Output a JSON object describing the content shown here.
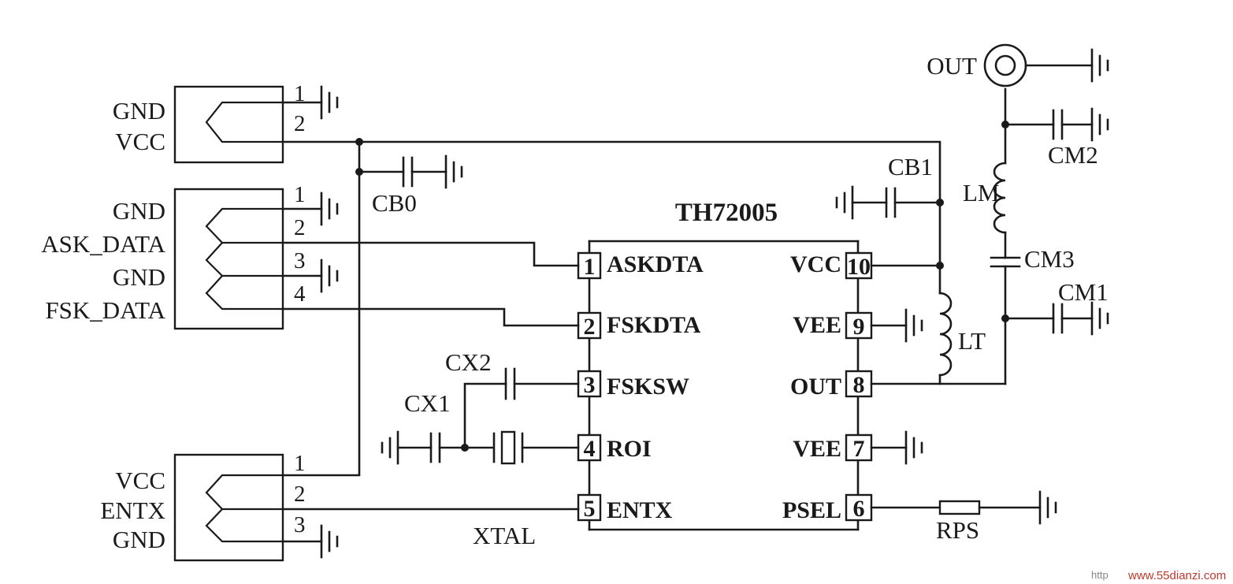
{
  "chip": {
    "name": "TH72005"
  },
  "left_pins": [
    {
      "num": "1",
      "name": "ASKDTA"
    },
    {
      "num": "2",
      "name": "FSKDTA"
    },
    {
      "num": "3",
      "name": "FSKSW"
    },
    {
      "num": "4",
      "name": "ROI"
    },
    {
      "num": "5",
      "name": "ENTX"
    }
  ],
  "right_pins": [
    {
      "num": "10",
      "name": "VCC"
    },
    {
      "num": "9",
      "name": "VEE"
    },
    {
      "num": "8",
      "name": "OUT"
    },
    {
      "num": "7",
      "name": "VEE"
    },
    {
      "num": "6",
      "name": "PSEL"
    }
  ],
  "connector1": {
    "labels": [
      "GND",
      "VCC"
    ],
    "pins": [
      "1",
      "2"
    ]
  },
  "connector2": {
    "labels": [
      "GND",
      "ASK_DATA",
      "GND",
      "FSK_DATA"
    ],
    "pins": [
      "1",
      "2",
      "3",
      "4"
    ]
  },
  "connector3": {
    "labels": [
      "VCC",
      "ENTX",
      "GND"
    ],
    "pins": [
      "1",
      "2",
      "3"
    ]
  },
  "components": {
    "cb0": "CB0",
    "cb1": "CB1",
    "cx1": "CX1",
    "cx2": "CX2",
    "xtal": "XTAL",
    "lt": "LT",
    "lm": "LM",
    "cm1": "CM1",
    "cm2": "CM2",
    "cm3": "CM3",
    "rps": "RPS",
    "out": "OUT"
  },
  "watermark": {
    "prefix": "http",
    "site": "www.55dianzi.com"
  }
}
